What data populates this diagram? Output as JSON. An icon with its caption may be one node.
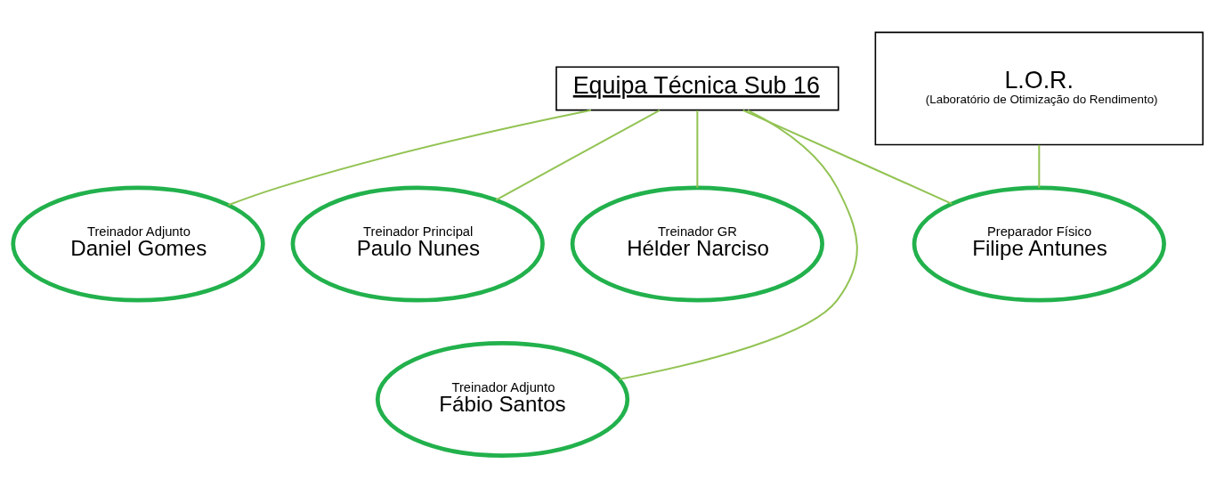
{
  "diagram": {
    "nodes": [
      {
        "text": [
          "Equipa Técnica Sub 16"
        ]
      },
      {
        "text": [
          "L.O.R.",
          "(Laboratório de Otimização do Rendimento)"
        ]
      },
      {
        "text": [
          "Treinador Adjunto",
          "Daniel Gomes"
        ]
      },
      {
        "text": [
          "Treinador Principal",
          "Paulo Nunes"
        ]
      },
      {
        "text": [
          "Treinador GR",
          "Hélder Narciso"
        ]
      },
      {
        "text": [
          "Preparador Físico",
          "Filipe Antunes"
        ]
      },
      {
        "text": [
          "Treinador Adjunto",
          "Fábio Santos"
        ]
      }
    ],
    "edges": [
      {
        "from": 0,
        "to": 2,
        "arrow": "none"
      },
      {
        "from": 0,
        "to": 6,
        "arrow": "none"
      },
      {
        "from": 0,
        "to": 3,
        "arrow": "none"
      },
      {
        "from": 0,
        "to": 4,
        "arrow": "none"
      },
      {
        "from": 0,
        "to": 5,
        "arrow": "none"
      },
      {
        "from": 1,
        "to": 5,
        "arrow": "none"
      }
    ]
  }
}
